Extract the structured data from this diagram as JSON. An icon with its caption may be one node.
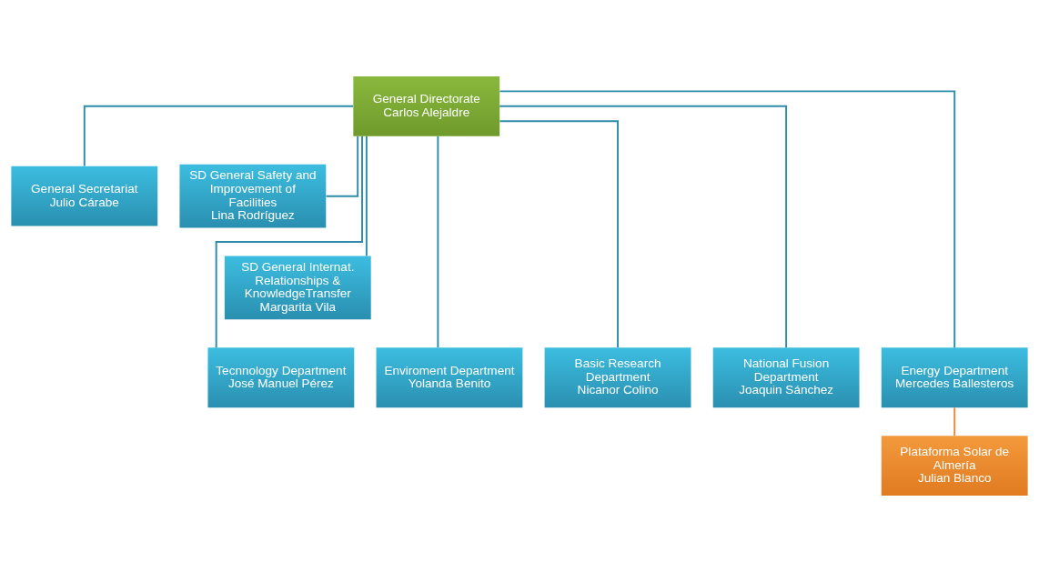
{
  "diagram": {
    "nodes": [
      {
        "text": [
          "General Directorate",
          "Carlos Alejaldre"
        ]
      },
      {
        "text": [
          "General Secretariat",
          "Julio Cárabe"
        ]
      },
      {
        "text": [
          "SD General Safety and Improvement of Facilities",
          "Lina Rodríguez"
        ]
      },
      {
        "text": [
          "SD General Internat. Relationships & KnowledgeTransfer",
          "Margarita Vila"
        ]
      },
      {
        "text": [
          "Tecnnology Department",
          "José Manuel Pérez"
        ]
      },
      {
        "text": [
          "Enviroment Department",
          "Yolanda Benito"
        ]
      },
      {
        "text": [
          "Basic Research Department",
          "Nicanor Colino"
        ]
      },
      {
        "text": [
          "National Fusion Department",
          "Joaquin Sánchez"
        ]
      },
      {
        "text": [
          "Energy Department",
          "Mercedes Ballesteros"
        ]
      },
      {
        "text": [
          "Plataforma Solar de Almería",
          "Julian Blanco"
        ]
      }
    ],
    "edges": [
      {
        "from": 0,
        "to": 1,
        "arrow": "none"
      },
      {
        "from": 0,
        "to": 2,
        "arrow": "none"
      },
      {
        "from": 0,
        "to": 3,
        "arrow": "none"
      },
      {
        "from": 0,
        "to": 4,
        "arrow": "none"
      },
      {
        "from": 0,
        "to": 5,
        "arrow": "none"
      },
      {
        "from": 0,
        "to": 6,
        "arrow": "none"
      },
      {
        "from": 0,
        "to": 7,
        "arrow": "none"
      },
      {
        "from": 0,
        "to": 8,
        "arrow": "none"
      },
      {
        "from": 8,
        "to": 9,
        "arrow": "none",
        "color": "#e8883a"
      }
    ]
  }
}
